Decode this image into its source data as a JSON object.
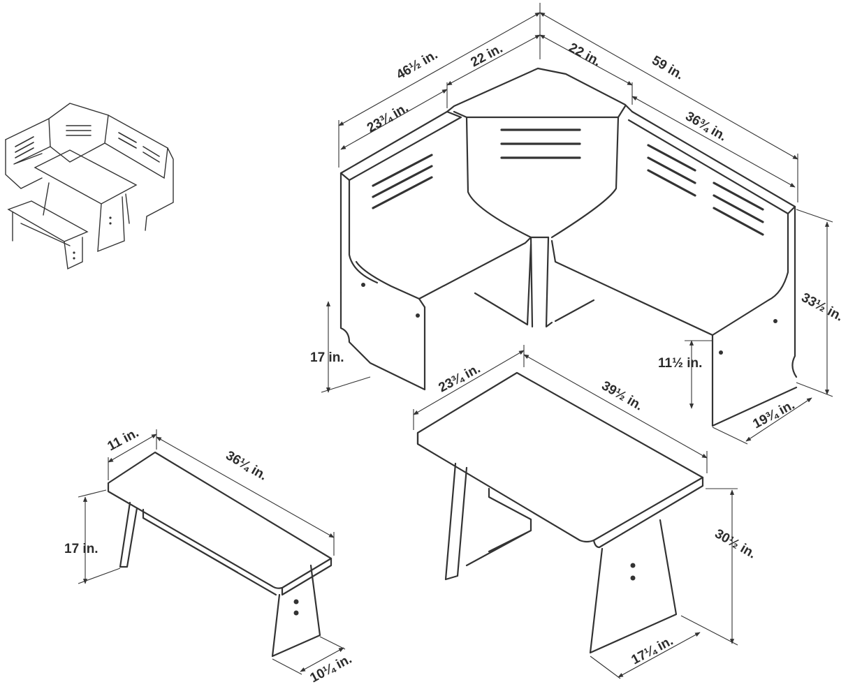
{
  "colors": {
    "line": "#333333",
    "background": "#ffffff"
  },
  "dimensions": {
    "overall_left": "46½ in.",
    "corner_left": "22 in.",
    "corner_right": "22 in.",
    "overall_right": "59 in.",
    "left_bench_back": "23¾ in.",
    "right_bench_back": "36¾ in.",
    "seat_height": "17 in.",
    "back_height": "33½ in.",
    "seat_to_floor_right": "11½ in.",
    "bench_depth": "19¾ in.",
    "table_width": "23¾ in.",
    "table_length": "39½ in.",
    "table_height": "30½ in.",
    "table_base": "17¼ in.",
    "small_bench_width": "11 in.",
    "small_bench_length": "36¼ in.",
    "small_bench_height": "17 in.",
    "small_bench_base": "10¼ in."
  }
}
